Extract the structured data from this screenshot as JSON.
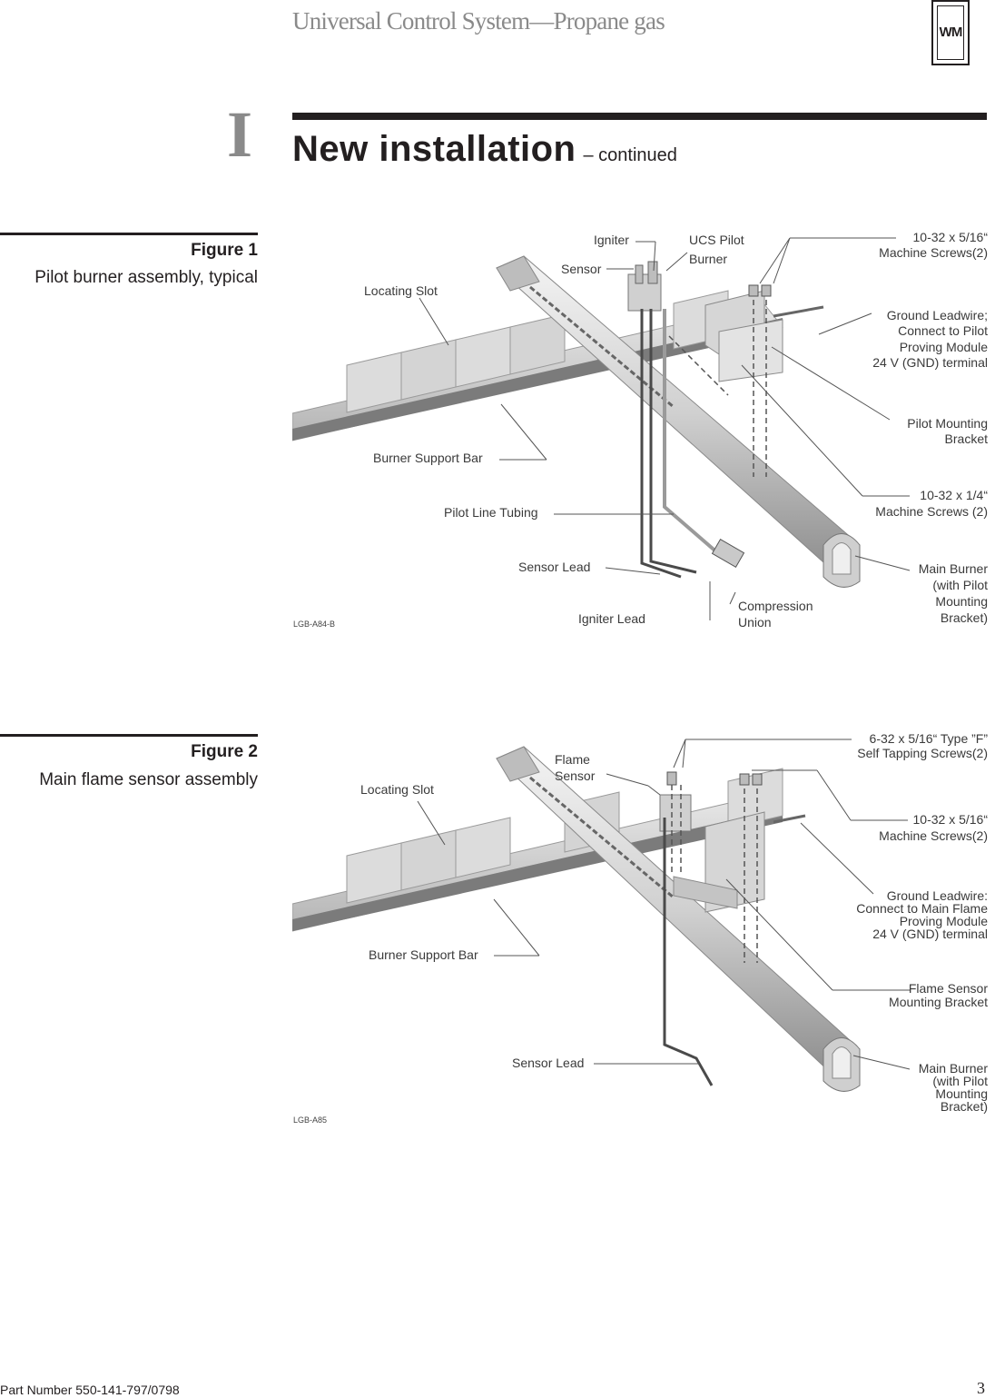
{
  "header": {
    "title": "Universal Control System—Propane gas",
    "logo_text": "WM"
  },
  "section": {
    "letter": "I",
    "title": "New installation",
    "title_suffix": "– continued"
  },
  "figure1": {
    "label": "Figure 1",
    "caption": "Pilot burner assembly, typical",
    "code": "LGB-A84-B",
    "callouts": {
      "igniter": "Igniter",
      "ucs_pilot_1": "UCS Pilot",
      "ucs_pilot_2": "Burner",
      "sensor": "Sensor",
      "locating_slot": "Locating Slot",
      "screws_top_1": "10-32 x 5/16“",
      "screws_top_2": "Machine Screws(2)",
      "ground_1": "Ground Leadwire;",
      "ground_2": "Connect to Pilot",
      "ground_3": "Proving Module",
      "ground_4": "24 V (GND) terminal",
      "bracket_1": "Pilot Mounting",
      "bracket_2": "Bracket",
      "burner_support_bar": "Burner Support Bar",
      "screws_mid_1": "10-32 x 1/4“",
      "screws_mid_2": "Machine Screws (2)",
      "pilot_line_tubing": "Pilot Line Tubing",
      "sensor_lead": "Sensor Lead",
      "main_burner_1": "Main Burner",
      "main_burner_2": "(with Pilot",
      "main_burner_3": "Mounting",
      "main_burner_4": "Bracket)",
      "igniter_lead": "Igniter Lead",
      "compression_1": "Compression",
      "compression_2": "Union"
    }
  },
  "figure2": {
    "label": "Figure 2",
    "caption": "Main flame sensor assembly",
    "code": "LGB-A85",
    "callouts": {
      "self_tap_1": "6-32 x 5/16“ Type ”F”",
      "self_tap_2": "Self Tapping Screws(2)",
      "flame_sensor_1": "Flame",
      "flame_sensor_2": "Sensor",
      "locating_slot": "Locating Slot",
      "screws_1": "10-32 x 5/16“",
      "screws_2": "Machine Screws(2)",
      "ground_1": "Ground Leadwire:",
      "ground_2": "Connect to Main Flame",
      "ground_3": "Proving Module",
      "ground_4": "24 V (GND) terminal",
      "burner_support_bar": "Burner Support Bar",
      "bracket_1": "Flame Sensor",
      "bracket_2": "Mounting Bracket",
      "sensor_lead": "Sensor Lead",
      "main_burner_1": "Main Burner",
      "main_burner_2": "(with Pilot",
      "main_burner_3": "Mounting",
      "main_burner_4": "Bracket)"
    }
  },
  "footer": {
    "part_number": "Part Number 550-141-797/0798",
    "page_number": "3"
  }
}
